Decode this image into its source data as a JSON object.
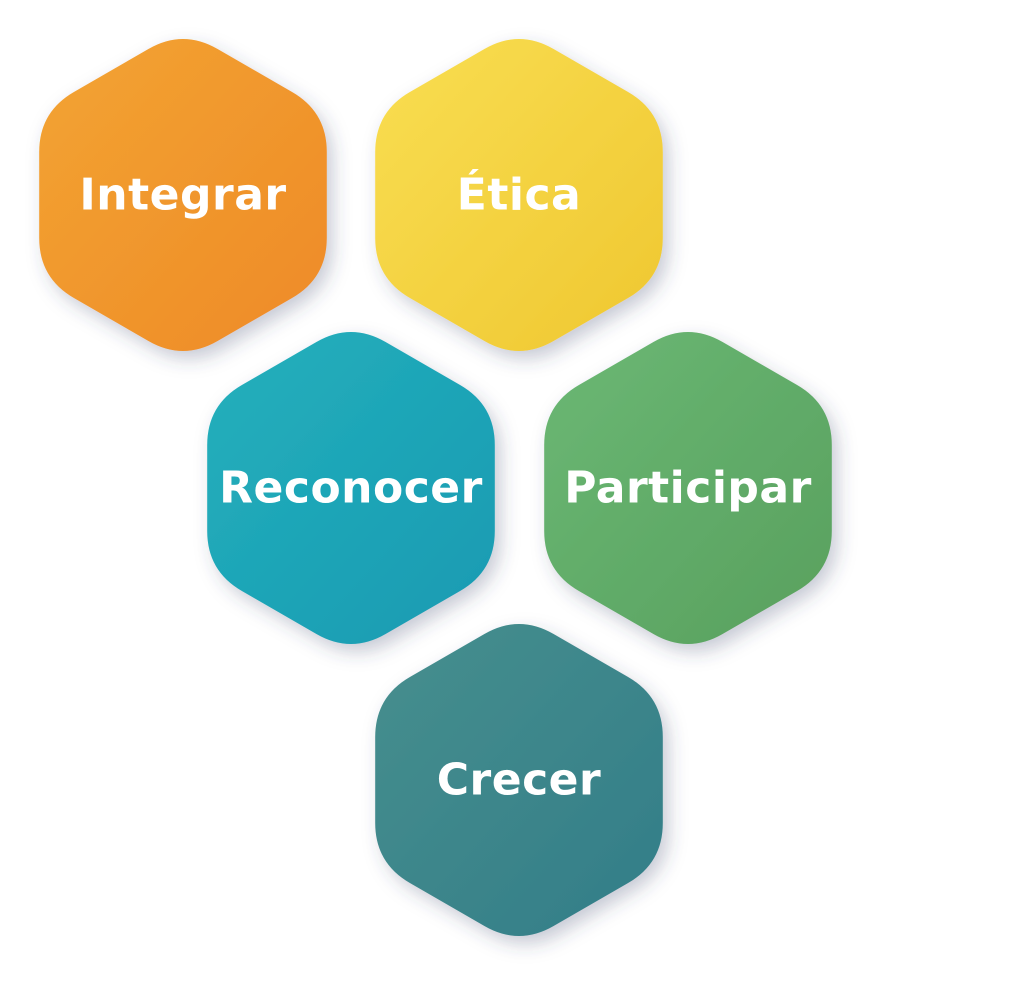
{
  "diagram": {
    "hexagons": [
      {
        "id": "integrar",
        "label": "Integrar",
        "color_start": "#F3A432",
        "color_end": "#EE8A28"
      },
      {
        "id": "etica",
        "label": "Ética",
        "color_start": "#F9DE52",
        "color_end": "#EFC730"
      },
      {
        "id": "reconocer",
        "label": "Reconocer",
        "color_start": "#24B0BC",
        "color_end": "#189AB2"
      },
      {
        "id": "participar",
        "label": "Participar",
        "color_start": "#6BB874",
        "color_end": "#58A05E"
      },
      {
        "id": "crecer",
        "label": "Crecer",
        "color_start": "#478F8E",
        "color_end": "#327D88"
      }
    ],
    "background": "#FFFFFF",
    "text_color": "#FFFFFF"
  }
}
